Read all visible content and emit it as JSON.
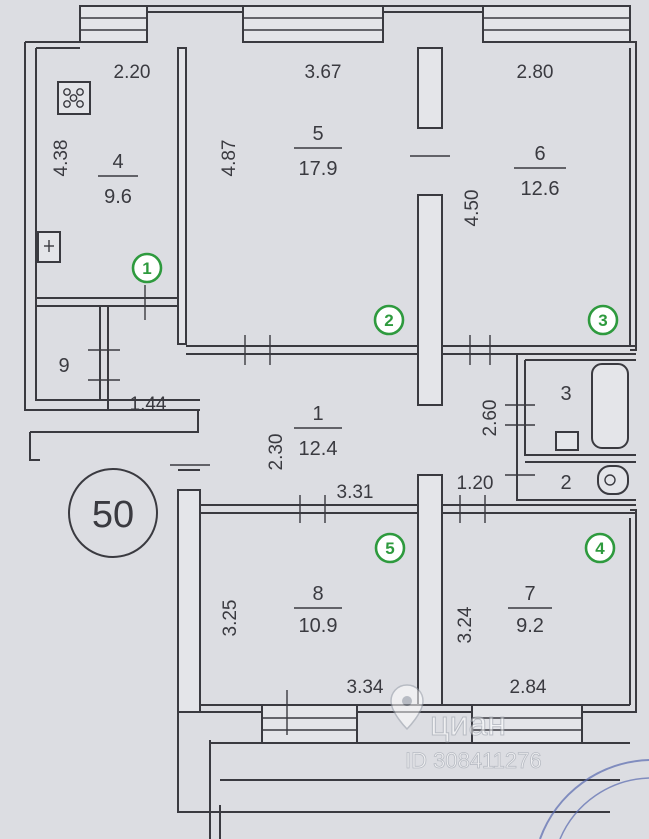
{
  "rooms": [
    {
      "id": "4",
      "area": "9.6",
      "width": "2.20",
      "length": "4.38"
    },
    {
      "id": "5",
      "area": "17.9",
      "width": "3.67",
      "length": "4.87"
    },
    {
      "id": "6",
      "area": "12.6",
      "width": "2.80",
      "length": "4.50"
    },
    {
      "id": "1",
      "area": "12.4",
      "length": "2.30",
      "width": "3.31"
    },
    {
      "id": "8",
      "area": "10.9",
      "width": "3.34",
      "length": "3.25"
    },
    {
      "id": "7",
      "area": "9.2",
      "width": "2.84",
      "length": "3.24"
    },
    {
      "id": "9"
    },
    {
      "id": "3"
    },
    {
      "id": "2"
    }
  ],
  "extra_dims": {
    "closet_width": "1.44",
    "bath_length": "2.60",
    "wc_width": "1.20"
  },
  "apartment_number": "50",
  "markers": [
    "1",
    "2",
    "3",
    "4",
    "5"
  ],
  "watermark": {
    "brand": "циан",
    "id_text": "ID 308411276"
  },
  "colors": {
    "wall": "#3a3a40",
    "paper": "#dcdde2",
    "marker": "#2e9a3e"
  }
}
